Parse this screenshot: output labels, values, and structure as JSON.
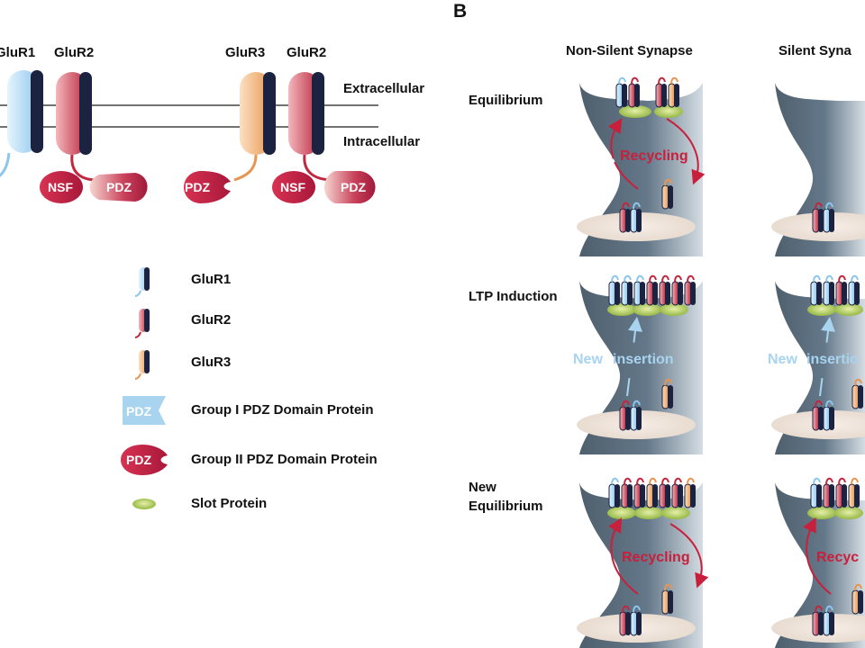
{
  "panel_b_letter": "B",
  "top_labels": {
    "glur1": "GluR1",
    "glur2_a": "GluR2",
    "glur3": "GluR3",
    "glur2_b": "GluR2"
  },
  "membrane": {
    "extracellular": "Extracellular",
    "intracellular": "Intracellular"
  },
  "domains": {
    "nsf": "NSF",
    "pdz": "PDZ"
  },
  "legend": [
    {
      "label": "GluR1",
      "icon": "glur1-receptor-icon"
    },
    {
      "label": "GluR2",
      "icon": "glur2-receptor-icon"
    },
    {
      "label": "GluR3",
      "icon": "glur3-receptor-icon"
    },
    {
      "label": "Group I PDZ Domain Protein",
      "icon": "group1-pdz-icon"
    },
    {
      "label": "Group II PDZ Domain Protein",
      "icon": "group2-pdz-icon"
    },
    {
      "label": "Slot Protein",
      "icon": "slot-protein-icon"
    }
  ],
  "columns": {
    "non_silent": "Non-Silent Synapse",
    "silent": "Silent Syna"
  },
  "rows": {
    "equilibrium": "Equilibrium",
    "ltp": "LTP Induction",
    "new_eq_1": "New",
    "new_eq_2": "Equilibrium"
  },
  "arrows": {
    "recycling": "Recycling",
    "recyc_cut": "Recyc",
    "new_word": "New",
    "insertion": "insertion",
    "insertio_cut": "insertio"
  },
  "colors": {
    "glur1": "#a8d4f0",
    "glur2": "#c0283f",
    "glur3": "#f0a860",
    "spine": "#5a6b78",
    "slot": "#a8c850",
    "recycle_arrow": "#c8203c",
    "insert_arrow": "#a8d4f0"
  }
}
